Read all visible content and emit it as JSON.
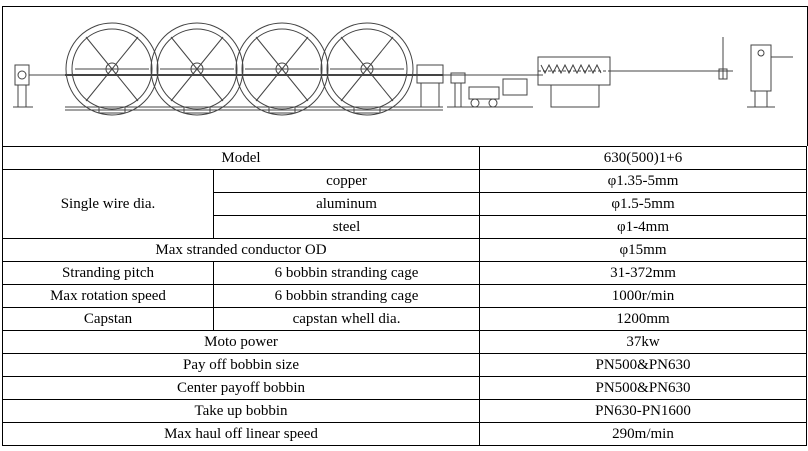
{
  "spec_table": {
    "model": {
      "label": "Model",
      "value": "630(500)1+6"
    },
    "single_wire": {
      "label": "Single wire dia.",
      "rows": [
        {
          "material": "copper",
          "value": "φ1.35-5mm"
        },
        {
          "material": "aluminum",
          "value": "φ1.5-5mm"
        },
        {
          "material": "steel",
          "value": "φ1-4mm"
        }
      ]
    },
    "max_od": {
      "label": "Max stranded conductor OD",
      "value": "φ15mm"
    },
    "stranding_pitch": {
      "label": "Stranding pitch",
      "sub": "6 bobbin stranding cage",
      "value": "31-372mm"
    },
    "max_rotation": {
      "label": "Max rotation speed",
      "sub": "6 bobbin stranding cage",
      "value": "1000r/min"
    },
    "capstan": {
      "label": "Capstan",
      "sub": "capstan whell dia.",
      "value": "1200mm"
    },
    "moto_power": {
      "label": "Moto power",
      "value": "37kw"
    },
    "payoff_size": {
      "label": "Pay off bobbin size",
      "value": "PN500&PN630"
    },
    "center_payoff": {
      "label": "Center payoff bobbin",
      "value": "PN500&PN630"
    },
    "take_up": {
      "label": "Take up bobbin",
      "value": "PN630-PN1600"
    },
    "haul_off": {
      "label": "Max haul off linear speed",
      "value": "290m/min"
    }
  }
}
